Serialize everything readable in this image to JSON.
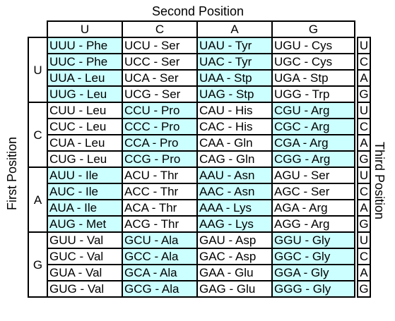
{
  "labels": {
    "second_position": "Second Position",
    "first_position": "First Position",
    "third_position": "Third Position"
  },
  "column_headers": [
    "U",
    "C",
    "A",
    "G"
  ],
  "colors": {
    "highlight": "#ccffff",
    "border": "#000000"
  },
  "groups": [
    {
      "base": "U",
      "rows": [
        {
          "third": "U",
          "cells": [
            "UUU - Phe",
            "UCU - Ser",
            "UAU - Tyr",
            "UGU - Cys"
          ],
          "hl": [
            true,
            false,
            true,
            false
          ]
        },
        {
          "third": "C",
          "cells": [
            "UUC - Phe",
            "UCC - Ser",
            "UAC - Tyr",
            "UGC - Cys"
          ],
          "hl": [
            true,
            false,
            true,
            false
          ]
        },
        {
          "third": "A",
          "cells": [
            "UUA - Leu",
            "UCA - Ser",
            "UAA - Stp",
            "UGA - Stp"
          ],
          "hl": [
            true,
            false,
            true,
            false
          ]
        },
        {
          "third": "G",
          "cells": [
            "UUG - Leu",
            "UCG - Ser",
            "UAG - Stp",
            "UGG - Trp"
          ],
          "hl": [
            true,
            false,
            true,
            false
          ]
        }
      ]
    },
    {
      "base": "C",
      "rows": [
        {
          "third": "U",
          "cells": [
            "CUU - Leu",
            "CCU - Pro",
            "CAU - His",
            "CGU - Arg"
          ],
          "hl": [
            false,
            true,
            false,
            true
          ]
        },
        {
          "third": "C",
          "cells": [
            "CUC - Leu",
            "CCC - Pro",
            "CAC - His",
            "CGC - Arg"
          ],
          "hl": [
            false,
            true,
            false,
            true
          ]
        },
        {
          "third": "A",
          "cells": [
            "CUA - Leu",
            "CCA - Pro",
            "CAA - Gln",
            "CGA - Arg"
          ],
          "hl": [
            false,
            true,
            false,
            true
          ]
        },
        {
          "third": "G",
          "cells": [
            "CUG - Leu",
            "CCG - Pro",
            "CAG - Gln",
            "CGG - Arg"
          ],
          "hl": [
            false,
            true,
            false,
            true
          ]
        }
      ]
    },
    {
      "base": "A",
      "rows": [
        {
          "third": "U",
          "cells": [
            "AUU - Ile",
            "ACU - Thr",
            "AAU - Asn",
            "AGU - Ser"
          ],
          "hl": [
            true,
            false,
            true,
            false
          ]
        },
        {
          "third": "C",
          "cells": [
            "AUC - Ile",
            "ACC - Thr",
            "AAC - Asn",
            "AGC - Ser"
          ],
          "hl": [
            true,
            false,
            true,
            false
          ]
        },
        {
          "third": "A",
          "cells": [
            "AUA - Ile",
            "ACA - Thr",
            "AAA - Lys",
            "AGA - Arg"
          ],
          "hl": [
            true,
            false,
            true,
            false
          ]
        },
        {
          "third": "G",
          "cells": [
            "AUG - Met",
            "ACG - Thr",
            "AAG - Lys",
            "AGG - Arg"
          ],
          "hl": [
            true,
            false,
            true,
            false
          ]
        }
      ]
    },
    {
      "base": "G",
      "rows": [
        {
          "third": "U",
          "cells": [
            "GUU - Val",
            "GCU - Ala",
            "GAU - Asp",
            "GGU - Gly"
          ],
          "hl": [
            false,
            true,
            false,
            true
          ]
        },
        {
          "third": "C",
          "cells": [
            "GUC - Val",
            "GCC - Ala",
            "GAC - Asp",
            "GGC - Gly"
          ],
          "hl": [
            false,
            true,
            false,
            true
          ]
        },
        {
          "third": "A",
          "cells": [
            "GUA - Val",
            "GCA - Ala",
            "GAA - Glu",
            "GGA - Gly"
          ],
          "hl": [
            false,
            true,
            false,
            true
          ]
        },
        {
          "third": "G",
          "cells": [
            "GUG - Val",
            "GCG - Ala",
            "GAG - Glu",
            "GGG - Gly"
          ],
          "hl": [
            false,
            true,
            false,
            true
          ]
        }
      ]
    }
  ]
}
